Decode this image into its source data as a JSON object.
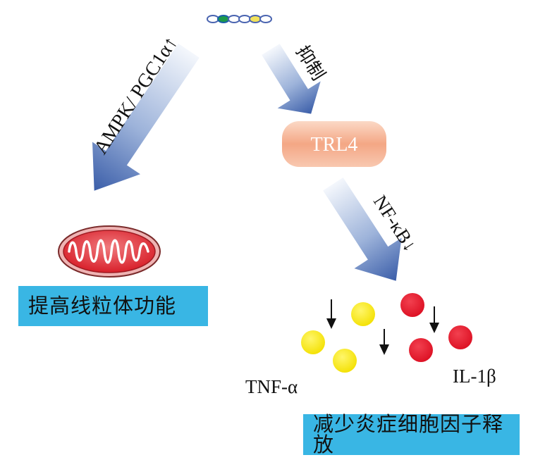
{
  "arrows": {
    "left_label": "AMPK/ PGC1α↑",
    "right_top_label": "抑制",
    "right_bottom_label": "NF-κB↓"
  },
  "trl4": {
    "label": "TRL4"
  },
  "boxes": {
    "mitochondria_text": "提高线粒体功能",
    "cytokine_text": "减少炎症细胞因子释放"
  },
  "cytokines": {
    "tnf_label": "TNF-α",
    "il_label": "IL-1β"
  },
  "colors": {
    "box_bg": "#39b6e4",
    "arrow_dark": "#3f63b0",
    "arrow_light": "#e9eef8",
    "yellow": "#f6ea16",
    "red": "#e5172a",
    "trl4_fill": "#f3a987",
    "mito_red": "#e02a33"
  }
}
